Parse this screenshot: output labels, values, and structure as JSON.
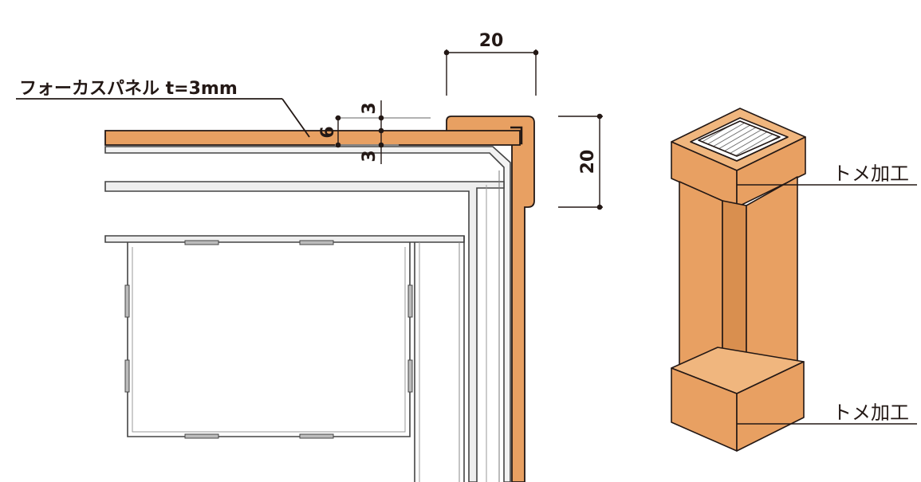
{
  "labels": {
    "panel": "フォーカスパネル t=3mm",
    "dim_top_width": "20",
    "dim_side_height": "20",
    "dim_thickness_upper": "3",
    "dim_thickness_lower": "3",
    "dim_total_thickness": "6",
    "miter_top": "トメ加工",
    "miter_bottom": "トメ加工"
  },
  "colors": {
    "wood": "#e8a062",
    "wood_dark": "#d98f4f",
    "wood_light": "#f0b67e",
    "line": "#231815",
    "gray_fill": "#e6e6e6",
    "gray_line": "#888888",
    "hatch": "#555555"
  }
}
